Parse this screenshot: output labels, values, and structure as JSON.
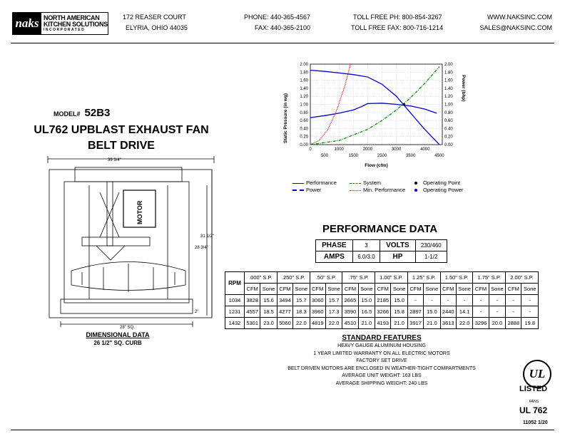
{
  "company": {
    "logo_naks": "naks",
    "logo_line1": "NORTH AMERICAN",
    "logo_line2": "KITCHEN SOLUTIONS",
    "logo_line3": "INCORPORATED",
    "address1": "172 REASER COURT",
    "address2": "ELYRIA, OHIO 44035",
    "phone": "PHONE: 440-365-4567",
    "fax": "FAX: 440-365-2100",
    "tollfree_ph": "TOLL FREE PH: 800-854-3267",
    "tollfree_fax": "TOLL FREE FAX: 800-716-1214",
    "web": "WWW.NAKSINC.COM",
    "email": "SALES@NAKSINC.COM"
  },
  "model": {
    "label": "MODEL#",
    "number": "52B3"
  },
  "title_line1": "UL762 UPBLAST EXHAUST FAN",
  "title_line2": "BELT DRIVE",
  "drawing": {
    "width_dim": "39 3/4\"",
    "height_dim1": "31 1/2\"",
    "height_dim2": "28 3/4\"",
    "curb_height": "2\"",
    "curb_dim": "28\" SQ.",
    "motor_label": "MOTOR",
    "caption1": "DIMENSIONAL DATA",
    "caption2": "26 1/2\" SQ. CURB"
  },
  "chart_data": {
    "type": "line",
    "xlabel": "Flow (cfm)",
    "ylabel_left": "Static Pressure (in wg)",
    "ylabel_right": "Power (bhp)",
    "xlim": [
      0,
      4600
    ],
    "ylim": [
      0,
      2.0
    ],
    "ylim_right": [
      0,
      2.0
    ],
    "x_ticks_top": [
      "0",
      "1000",
      "2000",
      "3000",
      "4000"
    ],
    "x_ticks_bottom": [
      "500",
      "1500",
      "2500",
      "3500",
      "4500"
    ],
    "y_ticks": [
      "0.00",
      "0.20",
      "0.40",
      "0.60",
      "0.80",
      "1.00",
      "1.20",
      "1.40",
      "1.60",
      "1.80",
      "2.00"
    ],
    "grid": true,
    "series": [
      {
        "name": "Performance",
        "color": "#0000cc",
        "style": "solid",
        "x": [
          0,
          500,
          1000,
          1500,
          2000,
          2500,
          3000,
          3300,
          3600,
          3900,
          4200,
          4500
        ],
        "y": [
          1.85,
          1.82,
          1.78,
          1.74,
          1.68,
          1.5,
          1.2,
          0.95,
          0.7,
          0.45,
          0.22,
          0.0
        ]
      },
      {
        "name": "Power",
        "color": "#0000cc",
        "style": "solid",
        "x": [
          0,
          500,
          1000,
          1500,
          1800,
          2000,
          2500,
          3000,
          3500,
          4000,
          4400
        ],
        "y": [
          0.67,
          0.72,
          0.78,
          0.86,
          0.95,
          1.02,
          1.03,
          1.0,
          0.96,
          0.88,
          0.78
        ]
      },
      {
        "name": "System",
        "color": "#008800",
        "style": "dashdot",
        "x": [
          0,
          1000,
          2000,
          2500,
          3000,
          3500,
          4000,
          4500
        ],
        "y": [
          0.0,
          0.1,
          0.38,
          0.6,
          0.86,
          1.17,
          1.53,
          1.94
        ]
      },
      {
        "name": "Min. Performance",
        "color": "#dd0000",
        "style": "dotted",
        "x": [
          0,
          300,
          600,
          900,
          1200,
          1400
        ],
        "y": [
          0.0,
          0.1,
          0.36,
          0.82,
          1.45,
          2.0
        ]
      }
    ],
    "operating_point": {
      "x": 3266,
      "y": 1.0
    },
    "legend": [
      "Performance",
      "System",
      "Operating Point",
      "Power",
      "Min. Performance",
      "Operating Power"
    ]
  },
  "perf_data": {
    "heading": "PERFORMANCE DATA",
    "phase_label": "PHASE",
    "phase": "3",
    "volts_label": "VOLTS",
    "volts": "230/460",
    "amps_label": "AMPS",
    "amps": "6.0/3.0",
    "hp_label": "HP",
    "hp": "1-1/2"
  },
  "perf_table": {
    "rpm_label": "RPM",
    "sp_headers": [
      ".000\" S.P.",
      ".250\" S.P.",
      ".50\" S.P.",
      ".75\" S.P.",
      "1.00\" S.P.",
      "1.25\" S.P.",
      "1.50\" S.P.",
      "1.75\" S.P.",
      "2.00\" S.P."
    ],
    "cfm_label": "CFM",
    "sone_label": "Sone",
    "rows": [
      [
        "1034",
        "3828",
        "15.6",
        "3494",
        "15.7",
        "3060",
        "15.7",
        "2665",
        "15.0",
        "2185",
        "15.0",
        "-",
        "-",
        "-",
        "-",
        "-",
        "-",
        "-",
        "-"
      ],
      [
        "1231",
        "4557",
        "18.5",
        "4277",
        "18.3",
        "3960",
        "17.3",
        "3590",
        "16.5",
        "3266",
        "15.8",
        "2897",
        "15.0",
        "2440",
        "14.1",
        "-",
        "-",
        "-",
        "-"
      ],
      [
        "1432",
        "5301",
        "23.0",
        "5060",
        "22.0",
        "4819",
        "22.0",
        "4510",
        "21.0",
        "4193",
        "21.0",
        "3917",
        "21.0",
        "3613",
        "22.0",
        "3296",
        "20.0",
        "2888",
        "19.8"
      ]
    ]
  },
  "features": {
    "heading": "STANDARD FEATURES",
    "items": [
      "HEAVY GAUGE ALUMINUM HOUSING",
      "1 YEAR LIMITED WARRANTY ON ALL ELECTRIC MOTORS",
      "FACTORY SET DRIVE",
      "BELT DRIVEN MOTORS ARE ENCLOSED IN WEATHER-TIGHT COMPARTMENTS",
      "AVERAGE UNIT WEIGHT: 163 LBS",
      "AVERAGE SHIPPING WEIGHT: 240 LBS"
    ]
  },
  "ul": {
    "logo_text": "UL",
    "listed": "LISTED",
    "fans": "FANS",
    "ul762": "UL 762",
    "doc_code": "11052 1/20"
  }
}
